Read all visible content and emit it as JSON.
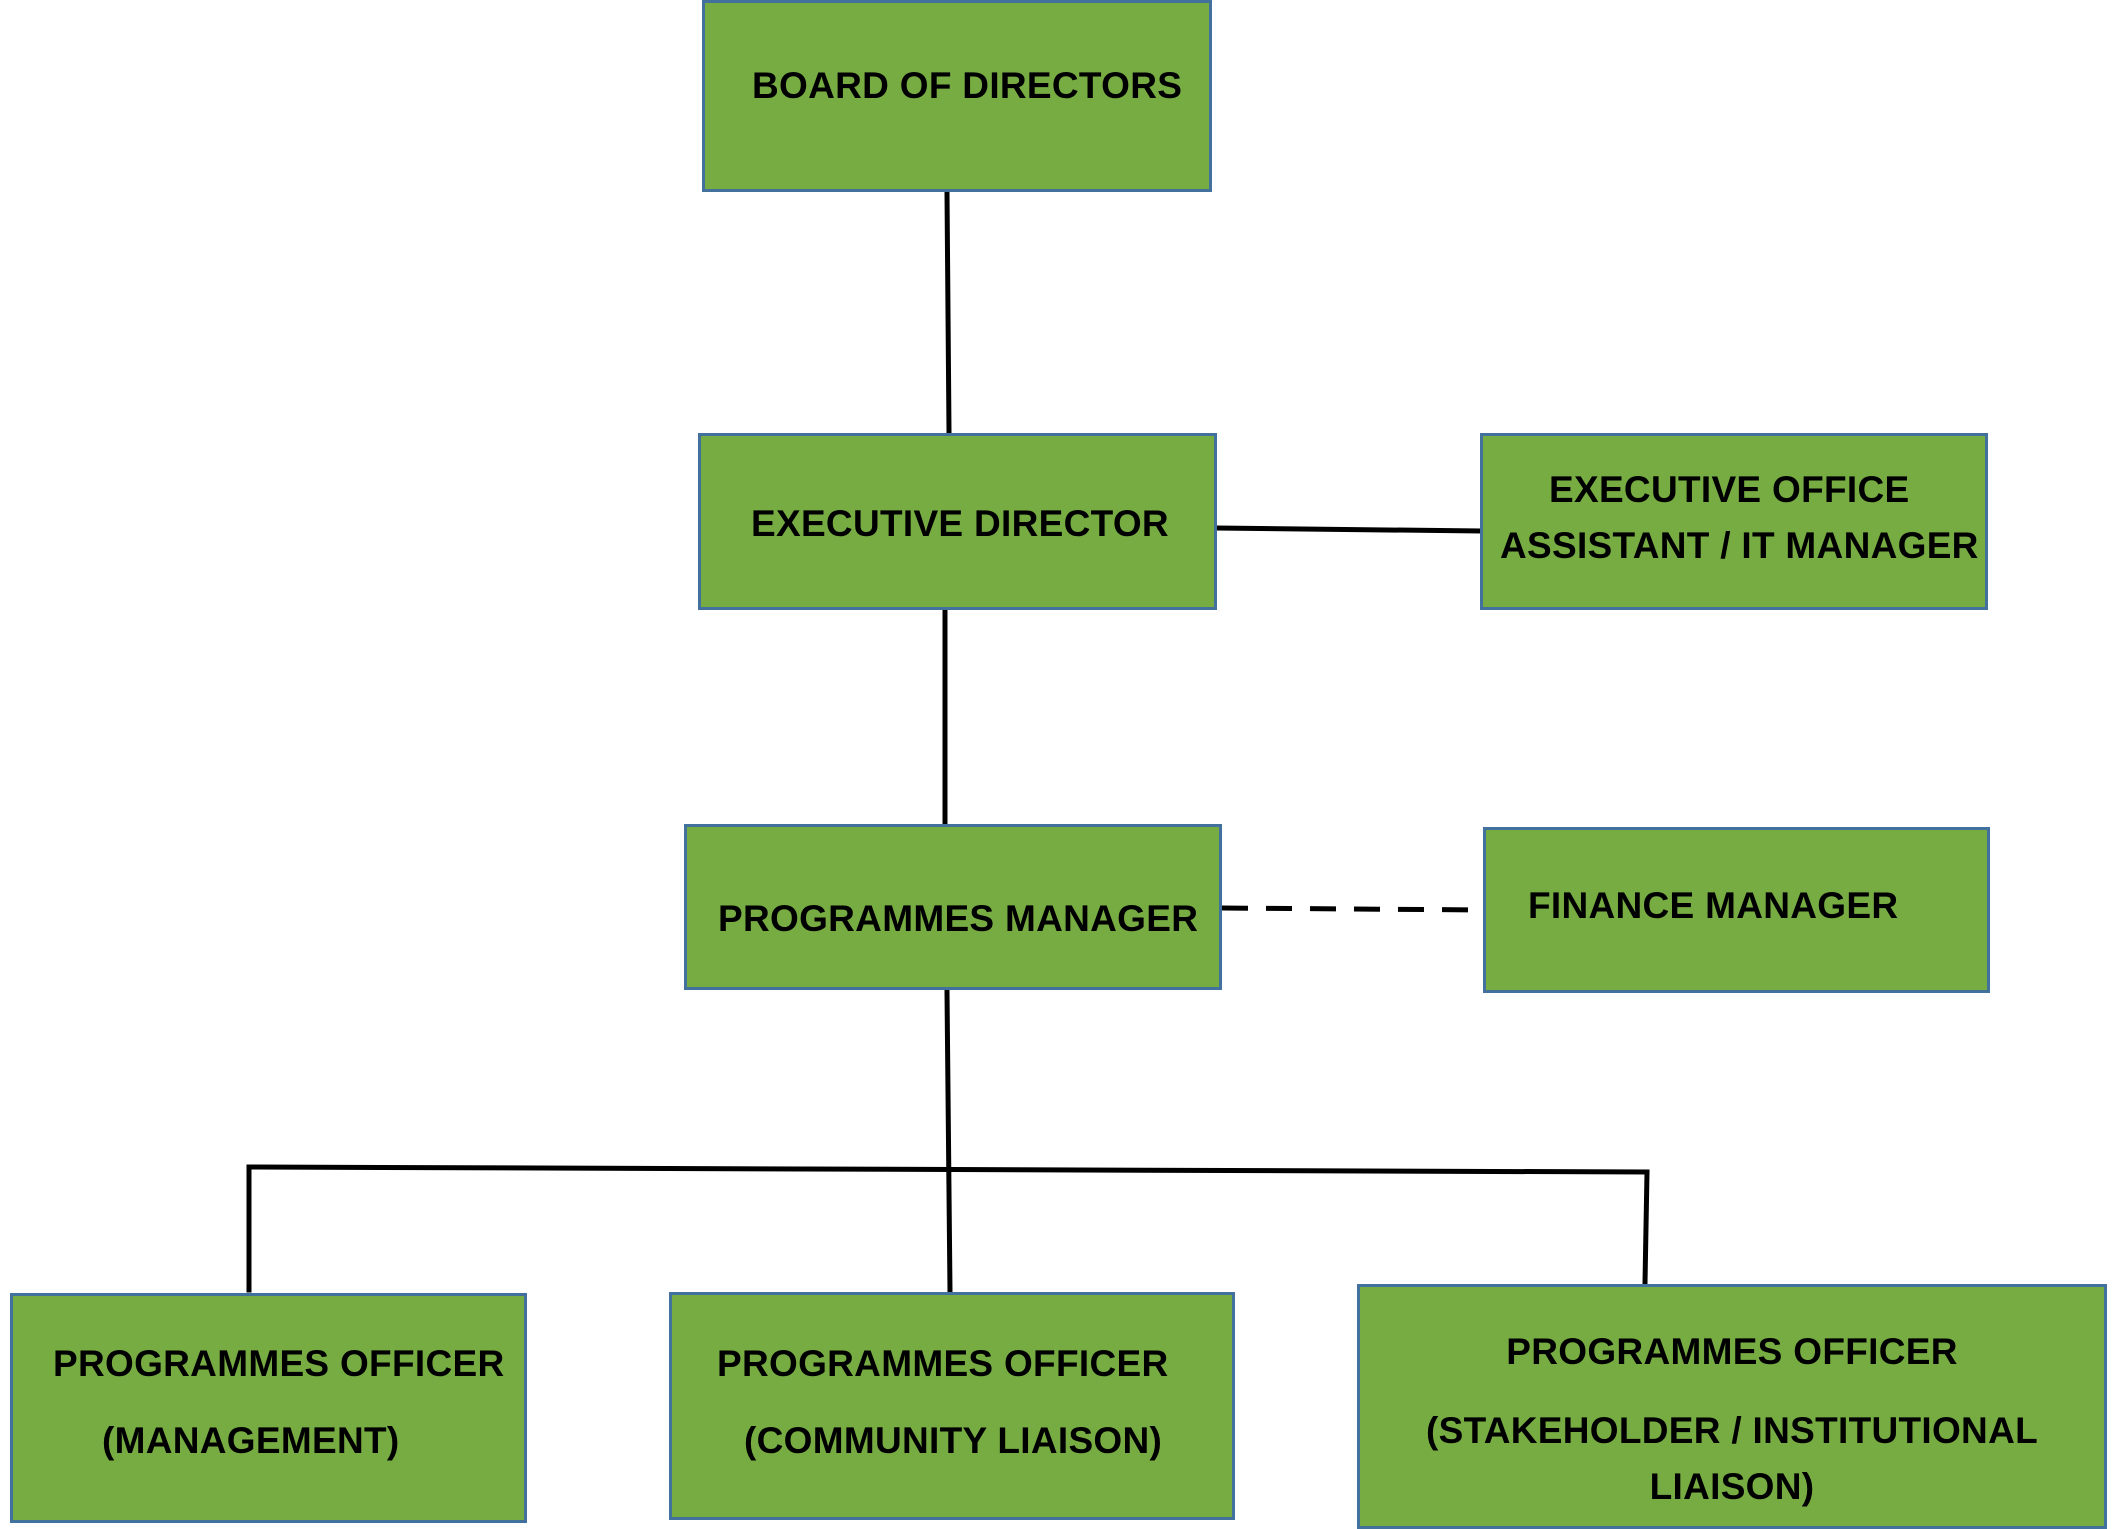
{
  "colors": {
    "box_fill": "#77ac43",
    "box_border": "#41719c",
    "text": "#000000",
    "connector": "#000000"
  },
  "nodes": {
    "board": {
      "line1": "BOARD OF DIRECTORS"
    },
    "executive_director": {
      "line1": "EXECUTIVE DIRECTOR"
    },
    "executive_office_assistant": {
      "line1": "EXECUTIVE OFFICE",
      "line2": "ASSISTANT / IT MANAGER"
    },
    "programmes_manager": {
      "line1": "PROGRAMMES MANAGER"
    },
    "finance_manager": {
      "line1": "FINANCE MANAGER"
    },
    "officer_management": {
      "line1": "PROGRAMMES OFFICER",
      "line2": "(MANAGEMENT)"
    },
    "officer_community": {
      "line1": "PROGRAMMES OFFICER",
      "line2": "(COMMUNITY LIAISON)"
    },
    "officer_stakeholder": {
      "line1": "PROGRAMMES OFFICER",
      "line2": "(STAKEHOLDER / INSTITUTIONAL",
      "line3": "LIAISON)"
    }
  },
  "connections": [
    {
      "from": "board",
      "to": "executive_director",
      "style": "solid"
    },
    {
      "from": "executive_director",
      "to": "executive_office_assistant",
      "style": "solid"
    },
    {
      "from": "executive_director",
      "to": "programmes_manager",
      "style": "solid"
    },
    {
      "from": "programmes_manager",
      "to": "finance_manager",
      "style": "dashed"
    },
    {
      "from": "programmes_manager",
      "to": "officer_management",
      "style": "solid"
    },
    {
      "from": "programmes_manager",
      "to": "officer_community",
      "style": "solid"
    },
    {
      "from": "programmes_manager",
      "to": "officer_stakeholder",
      "style": "solid"
    }
  ]
}
